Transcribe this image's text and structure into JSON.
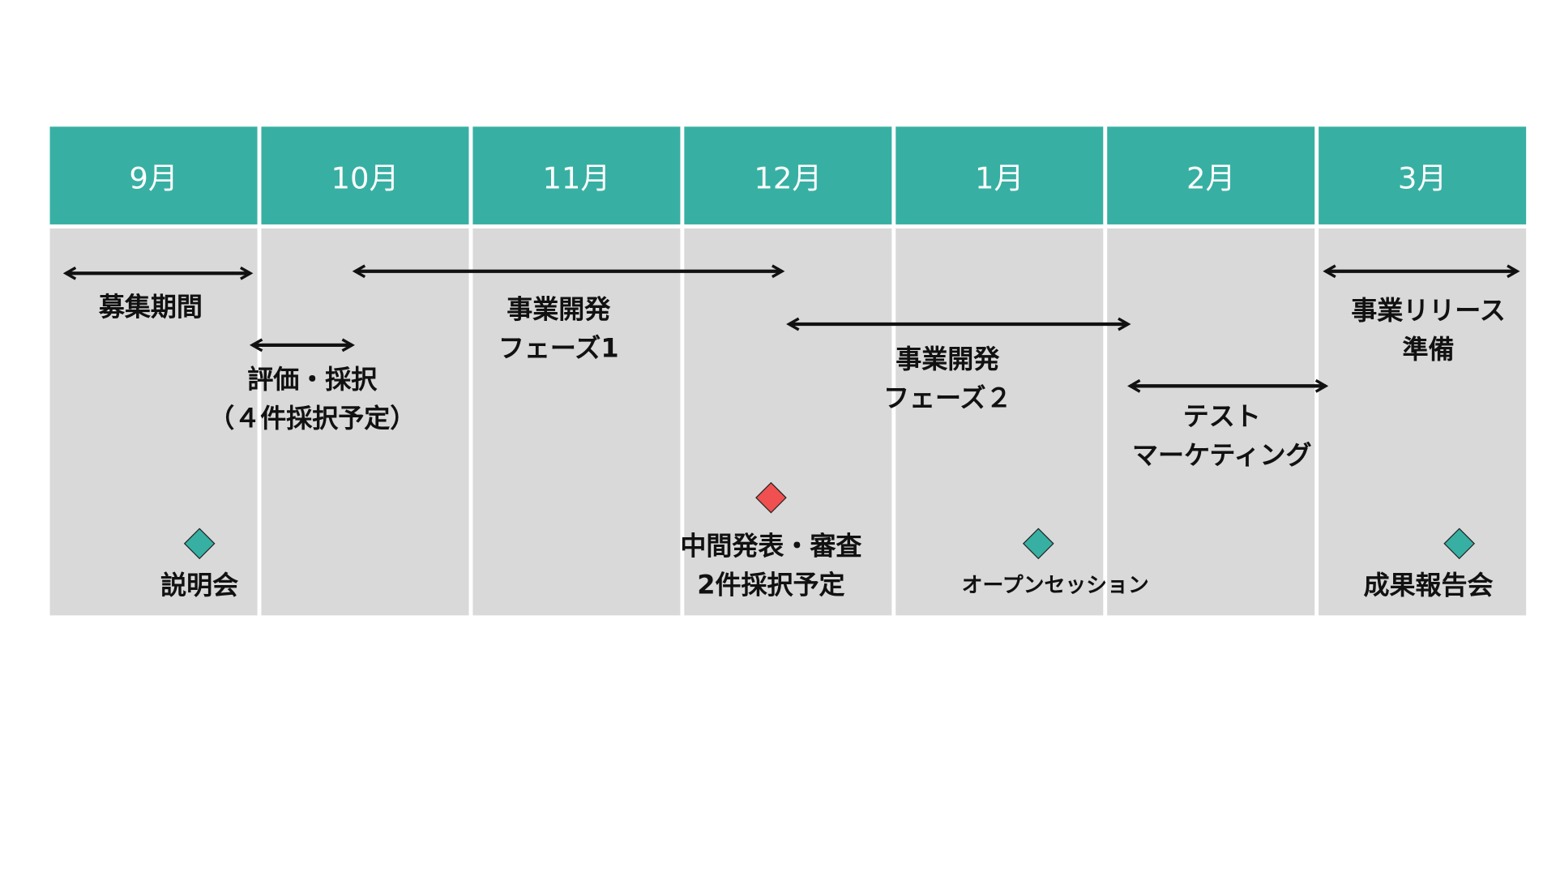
{
  "months": [
    "9月",
    "10月",
    "11月",
    "12月",
    "1月",
    "2月",
    "3月"
  ],
  "phases": {
    "recruit": "募集期間",
    "evaluation": [
      "評価・採択",
      "（４件採択予定）"
    ],
    "dev1": [
      "事業開発",
      "フェーズ1"
    ],
    "dev2": [
      "事業開発",
      "フェーズ２"
    ],
    "test": [
      "テスト",
      "マーケティング"
    ],
    "release": [
      "事業リリース",
      "準備"
    ]
  },
  "milestones": {
    "briefing": "説明会",
    "midterm": [
      "中間発表・審査",
      "2件採択予定"
    ],
    "open_session": "オープンセッション",
    "final": "成果報告会"
  },
  "colors": {
    "header": "#37b0a3",
    "body": "#d9d9d9",
    "milestone": "#37b0a3",
    "highlight": "#f05050"
  }
}
